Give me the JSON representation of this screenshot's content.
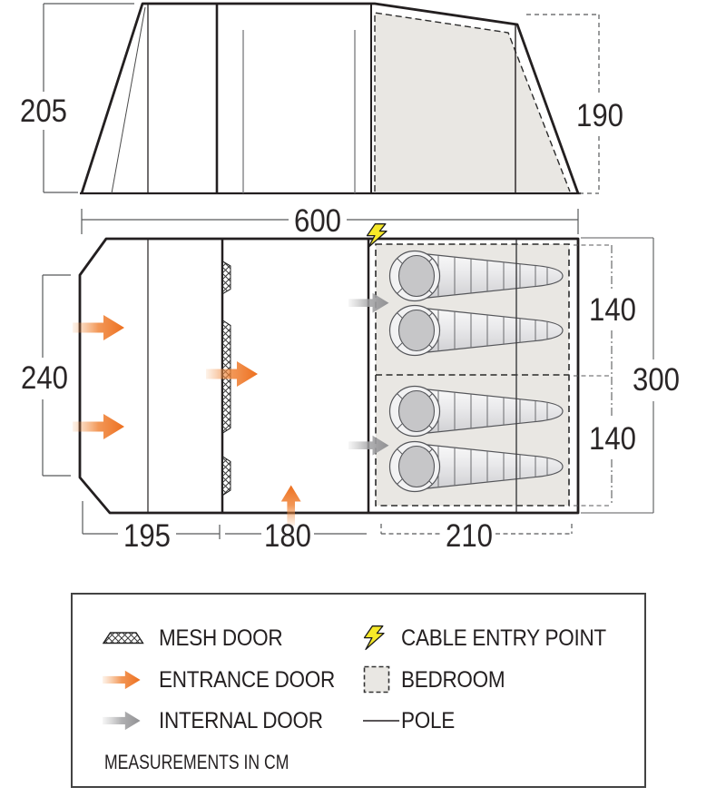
{
  "dimensions": {
    "side_view": {
      "height_front": "205",
      "height_rear": "190",
      "length": "600"
    },
    "floor_plan": {
      "front_width": "240",
      "total_width": "300",
      "bedroom_half_top": "140",
      "bedroom_half_bottom": "140",
      "porch_length": "195",
      "living_length": "180",
      "bedroom_length": "210"
    }
  },
  "legend": {
    "items": [
      {
        "icon": "mesh-door-icon",
        "label": "MESH DOOR"
      },
      {
        "icon": "entrance-door-icon",
        "label": "ENTRANCE DOOR"
      },
      {
        "icon": "internal-door-icon",
        "label": "INTERNAL DOOR"
      },
      {
        "icon": "cable-entry-point-icon",
        "label": "CABLE ENTRY POINT"
      },
      {
        "icon": "bedroom-icon",
        "label": "BEDROOM"
      },
      {
        "icon": "pole-icon",
        "label": "POLE"
      }
    ],
    "note": "MEASUREMENTS IN CM"
  },
  "colors": {
    "line": "#231f20",
    "entrance_orange": "#ed6f1e",
    "internal_gray": "#909093",
    "cable_yellow": "#f6e828",
    "bedroom_fill": "#e9e7e3"
  }
}
